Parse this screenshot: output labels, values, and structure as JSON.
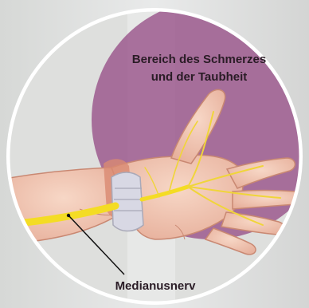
{
  "labels": {
    "pain_area_line1": "Bereich des Schmerzes",
    "pain_area_line2": "und der Taubheit",
    "nerve": "Medianusnerv"
  },
  "colors": {
    "pain_area": "#9c5a8e",
    "skin": "#f0c7b2",
    "nerve": "#f4dc24",
    "ligament": "#d8d8e4",
    "label_text": "#2a1c26",
    "frame": "#ffffff"
  },
  "icons": {
    "hand": "hand-illustration",
    "ligament": "carpal-ligament-icon"
  }
}
